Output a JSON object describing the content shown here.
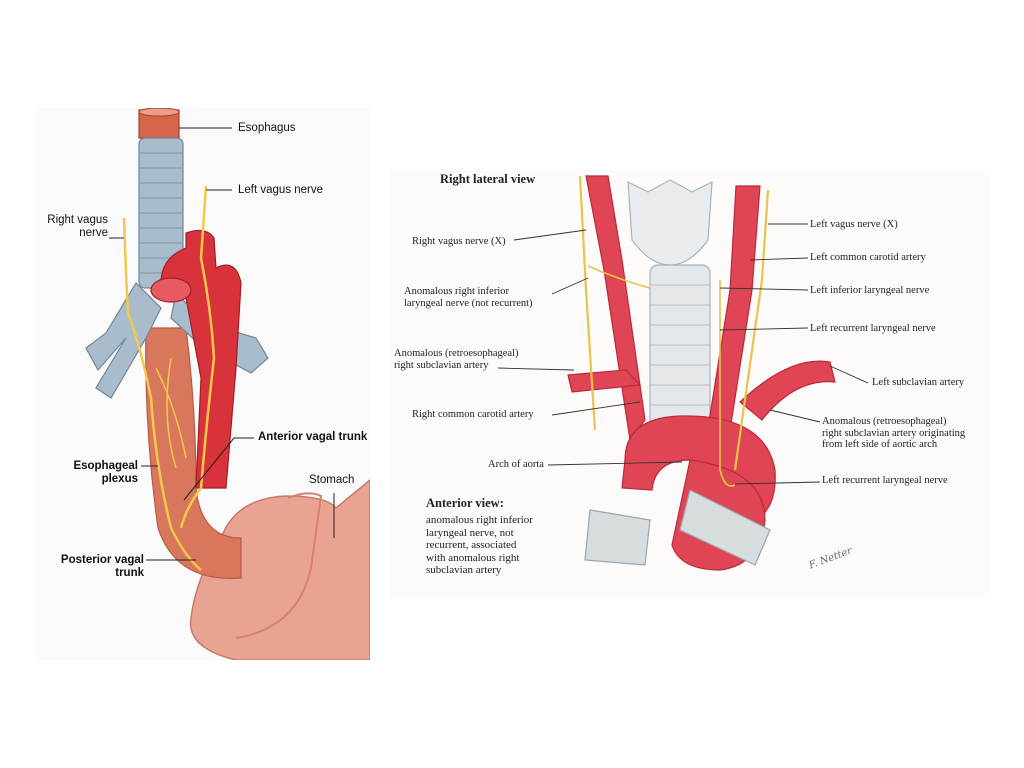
{
  "colors": {
    "artery": "#e04555",
    "artery_dark": "#b92a3a",
    "nerve": "#f2c94c",
    "trachea": "#9fb4c6",
    "esophagus": "#d9775c",
    "stomach": "#e9a393",
    "larynx": "#e8ecef"
  },
  "left_figure": {
    "labels": {
      "esophagus": "Esophagus",
      "left_vagus": "Left vagus nerve",
      "right_vagus": "Right vagus\nnerve",
      "anterior_trunk": "Anterior vagal trunk",
      "esophageal_plexus": "Esophageal\nplexus",
      "stomach": "Stomach",
      "posterior_trunk": "Posterior vagal\ntrunk"
    }
  },
  "right_figure": {
    "title": "Right lateral view",
    "left_labels": {
      "right_vagus": "Right vagus nerve (X)",
      "anomalous_rln": "Anomalous right inferior\nlaryngeal nerve (not recurrent)",
      "anomalous_subclavian": "Anomalous (retroesophageal)\nright subclavian artery",
      "right_common_carotid": "Right common carotid artery",
      "arch_of_aorta": "Arch of aorta"
    },
    "right_labels": {
      "left_vagus": "Left vagus nerve (X)",
      "left_common_carotid": "Left common carotid artery",
      "left_inferior_laryngeal": "Left inferior laryngeal nerve",
      "left_recurrent_laryngeal": "Left recurrent laryngeal nerve",
      "left_subclavian": "Left subclavian artery",
      "anomalous_origin": "Anomalous (retroesophageal)\nright subclavian artery originating\nfrom left side of aortic arch",
      "left_recurrent_laryngeal_2": "Left recurrent laryngeal nerve"
    },
    "note_title": "Anterior view:",
    "note_body": "anomalous right inferior\nlaryngeal nerve, not\nrecurrent, associated\nwith anomalous right\nsubclavian artery",
    "signature": "F. Netter"
  }
}
